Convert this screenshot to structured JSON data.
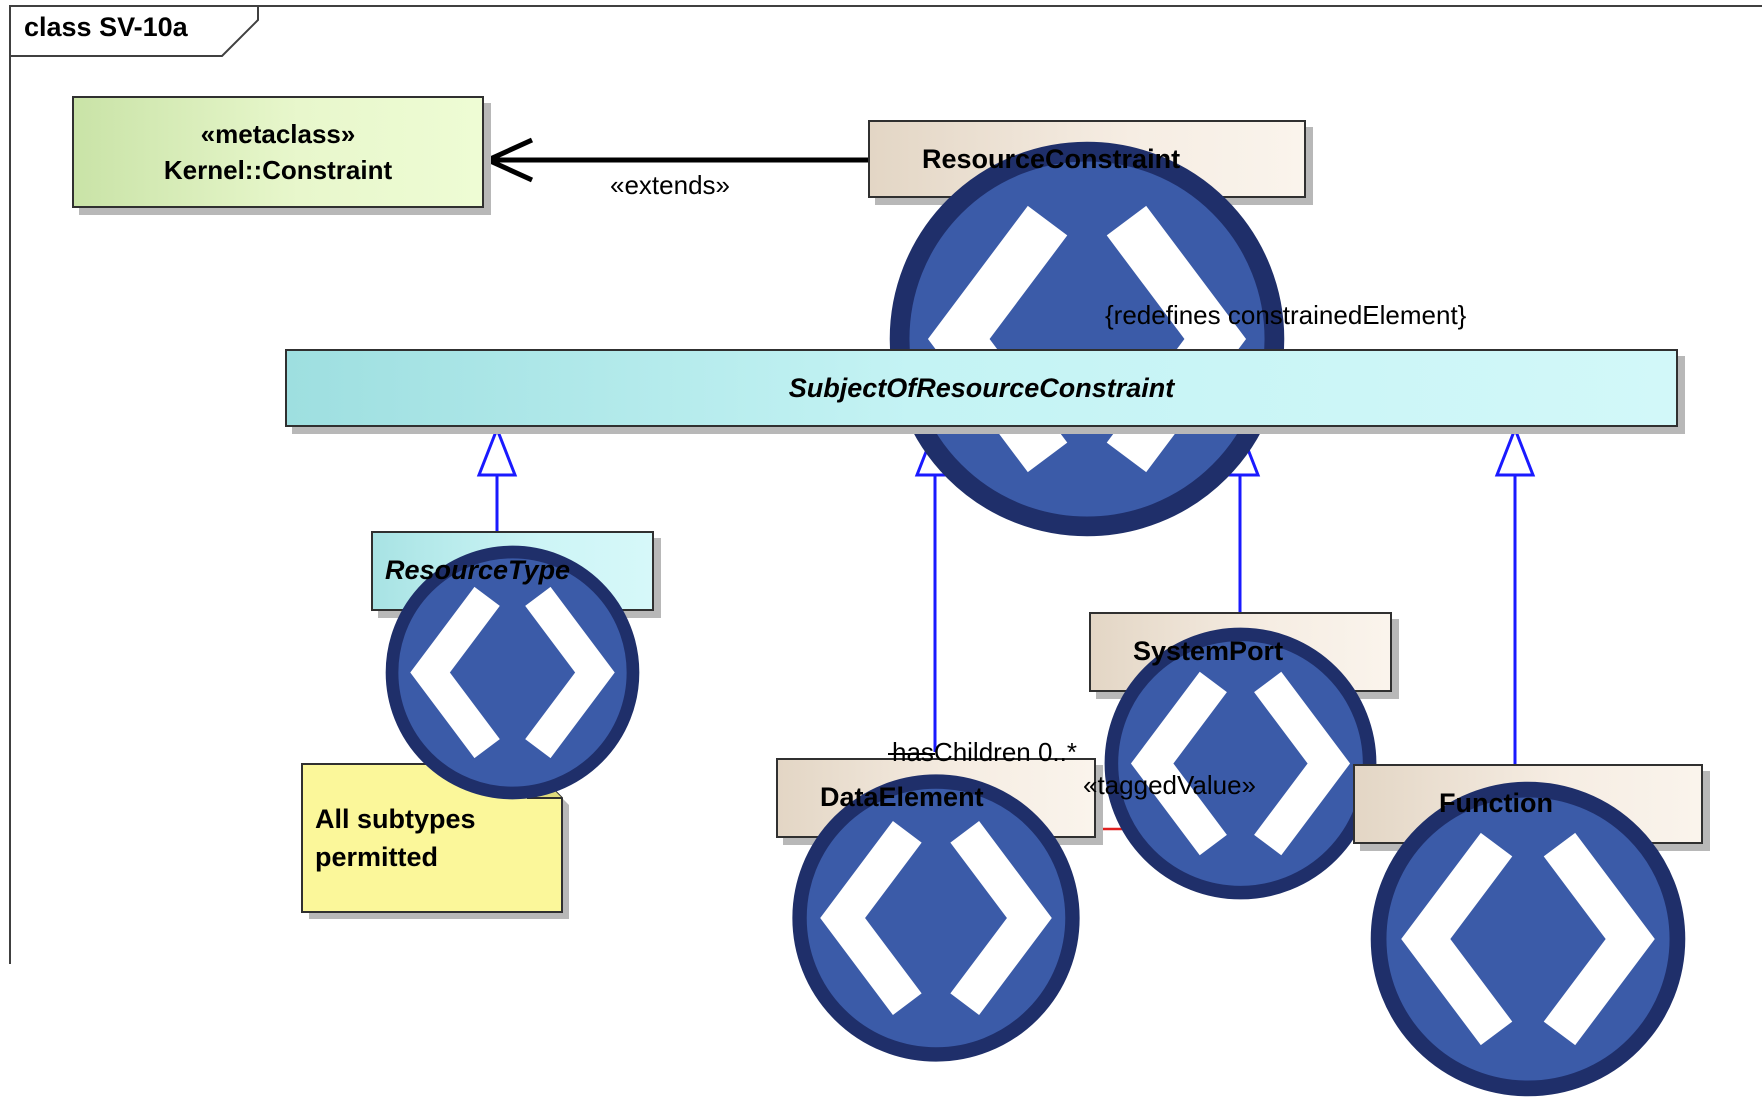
{
  "diagram": {
    "frame_title": "class SV-10a",
    "metaclass": {
      "stereotype": "«metaclass»",
      "name": "Kernel::Constraint"
    },
    "resource_constraint": {
      "name": "ResourceConstraint"
    },
    "subject": {
      "name": "SubjectOfResourceConstraint"
    },
    "resource_type": {
      "name": "ResourceType"
    },
    "system_port": {
      "name": "SystemPort"
    },
    "data_element": {
      "name": "DataElement"
    },
    "function": {
      "name": "Function"
    },
    "note": {
      "text_line1": "All subtypes",
      "text_line2": "permitted"
    },
    "labels": {
      "extends": "«extends»",
      "redefines": "{redefines constrainedElement}",
      "has_children": "hasChildren 0..*",
      "tagged_value": "«taggedValue»"
    },
    "icons": [
      "stereotype-icon"
    ],
    "colors": {
      "metaclass_fill": "#e8f7cc",
      "stereotype_fill": "#f6ede3",
      "abstract_fill": "#c4f3f4",
      "note_fill": "#fbf79a",
      "generalization_line": "#1a1aff",
      "tagged_value_line": "#e02020",
      "icon_fill": "#3b5ba8"
    }
  }
}
